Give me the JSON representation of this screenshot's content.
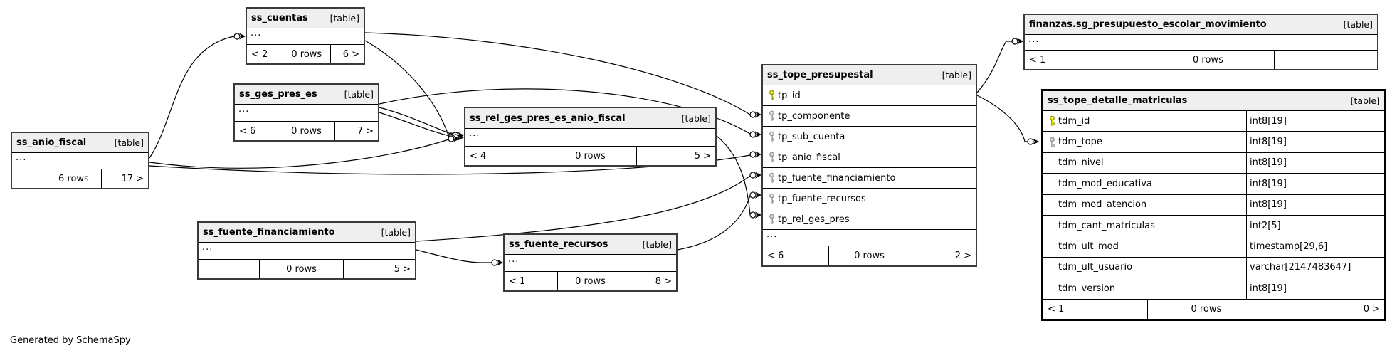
{
  "note": "Generated by SchemaSpy",
  "ellipsis_label": "...",
  "colors": {
    "header_bg": "#efefef",
    "border": "#000000",
    "emphasized_border": "#000000",
    "primary_key": "#d9d900",
    "foreign_key": "#c6c6c6",
    "edge": "#000000",
    "background": "#ffffff"
  },
  "tables": [
    {
      "id": "ss_cuentas",
      "name": "ss_cuentas",
      "tag": "[table]",
      "ellipsis": true,
      "columns": [],
      "footer": {
        "left": "< 2",
        "center": "0 rows",
        "right": "6 >"
      }
    },
    {
      "id": "ss_ges_pres_es",
      "name": "ss_ges_pres_es",
      "tag": "[table]",
      "ellipsis": true,
      "columns": [],
      "footer": {
        "left": "< 6",
        "center": "0 rows",
        "right": "7 >"
      }
    },
    {
      "id": "ss_anio_fiscal",
      "name": "ss_anio_fiscal",
      "tag": "[table]",
      "ellipsis": true,
      "columns": [],
      "footer": {
        "left": "",
        "center": "6 rows",
        "right": "17 >"
      }
    },
    {
      "id": "ss_rel_ges_pres_es_anio_fiscal",
      "name": "ss_rel_ges_pres_es_anio_fiscal",
      "tag": "[table]",
      "ellipsis": true,
      "columns": [],
      "footer": {
        "left": "< 4",
        "center": "0 rows",
        "right": "5 >"
      }
    },
    {
      "id": "ss_fuente_financiamiento",
      "name": "ss_fuente_financiamiento",
      "tag": "[table]",
      "ellipsis": true,
      "columns": [],
      "footer": {
        "left": "",
        "center": "0 rows",
        "right": "5 >"
      }
    },
    {
      "id": "ss_fuente_recursos",
      "name": "ss_fuente_recursos",
      "tag": "[table]",
      "ellipsis": true,
      "columns": [],
      "footer": {
        "left": "< 1",
        "center": "0 rows",
        "right": "8 >"
      }
    },
    {
      "id": "ss_tope_presupestal",
      "name": "ss_tope_presupestal",
      "tag": "[table]",
      "ellipsis": true,
      "columns": [
        {
          "name": "tp_id",
          "key": "pk"
        },
        {
          "name": "tp_componente",
          "key": "fk"
        },
        {
          "name": "tp_sub_cuenta",
          "key": "fk"
        },
        {
          "name": "tp_anio_fiscal",
          "key": "fk"
        },
        {
          "name": "tp_fuente_financiamiento",
          "key": "fk"
        },
        {
          "name": "tp_fuente_recursos",
          "key": "fk"
        },
        {
          "name": "tp_rel_ges_pres",
          "key": "fk"
        }
      ],
      "footer": {
        "left": "< 6",
        "center": "0 rows",
        "right": "2 >"
      }
    },
    {
      "id": "finanzas.sg_presupuesto_escolar_movimiento",
      "name": "finanzas.sg_presupuesto_escolar_movimiento",
      "tag": "[table]",
      "ellipsis": true,
      "columns": [],
      "footer": {
        "left": "< 1",
        "center": "0 rows",
        "right": ""
      }
    },
    {
      "id": "ss_tope_detalle_matriculas",
      "name": "ss_tope_detalle_matriculas",
      "tag": "[table]",
      "emphasized": true,
      "ellipsis": false,
      "columns": [
        {
          "name": "tdm_id",
          "type": "int8[19]",
          "key": "pk"
        },
        {
          "name": "tdm_tope",
          "type": "int8[19]",
          "key": "fk"
        },
        {
          "name": "tdm_nivel",
          "type": "int8[19]"
        },
        {
          "name": "tdm_mod_educativa",
          "type": "int8[19]"
        },
        {
          "name": "tdm_mod_atencion",
          "type": "int8[19]"
        },
        {
          "name": "tdm_cant_matriculas",
          "type": "int2[5]"
        },
        {
          "name": "tdm_ult_mod",
          "type": "timestamp[29,6]"
        },
        {
          "name": "tdm_ult_usuario",
          "type": "varchar[2147483647]"
        },
        {
          "name": "tdm_version",
          "type": "int8[19]"
        }
      ],
      "footer": {
        "left": "< 1",
        "center": "0 rows",
        "right": "0 >"
      }
    }
  ],
  "relationships": [
    {
      "id": "e1",
      "from": "ss_anio_fiscal",
      "to": "ss_cuentas",
      "to_anchor": "hidden-columns"
    },
    {
      "id": "e2",
      "from": "ss_cuentas",
      "to": "ss_tope_presupestal",
      "to_anchor": "tp_componente"
    },
    {
      "id": "e3",
      "from": "ss_cuentas",
      "to": "ss_rel_ges_pres_es_anio_fiscal",
      "to_anchor": "hidden-columns"
    },
    {
      "id": "e4",
      "from": "ss_ges_pres_es",
      "to": "ss_rel_ges_pres_es_anio_fiscal",
      "to_anchor": "hidden-columns"
    },
    {
      "id": "e5",
      "from": "ss_ges_pres_es",
      "to": "ss_rel_ges_pres_es_anio_fiscal",
      "to_anchor": "hidden-columns"
    },
    {
      "id": "e6",
      "from": "ss_anio_fiscal",
      "to": "ss_rel_ges_pres_es_anio_fiscal",
      "to_anchor": "hidden-columns"
    },
    {
      "id": "e7",
      "from": "ss_ges_pres_es",
      "to": "ss_tope_presupestal",
      "to_anchor": "tp_sub_cuenta"
    },
    {
      "id": "e8",
      "from": "ss_anio_fiscal",
      "to": "ss_tope_presupestal",
      "to_anchor": "tp_anio_fiscal"
    },
    {
      "id": "e9",
      "from": "ss_fuente_financiamiento",
      "to": "ss_tope_presupestal",
      "to_anchor": "tp_fuente_financiamiento"
    },
    {
      "id": "e10",
      "from": "ss_fuente_financiamiento",
      "to": "ss_fuente_recursos",
      "to_anchor": "hidden-columns"
    },
    {
      "id": "e11",
      "from": "ss_fuente_recursos",
      "to": "ss_tope_presupestal",
      "to_anchor": "tp_fuente_recursos"
    },
    {
      "id": "e12",
      "from": "ss_rel_ges_pres_es_anio_fiscal",
      "to": "ss_tope_presupestal",
      "to_anchor": "tp_rel_ges_pres"
    },
    {
      "id": "e13",
      "from": "ss_tope_presupestal.tp_id",
      "to": "finanzas.sg_presupuesto_escolar_movimiento",
      "to_anchor": "hidden-columns"
    },
    {
      "id": "e14",
      "from": "ss_tope_presupestal.tp_id",
      "to": "ss_tope_detalle_matriculas",
      "to_anchor": "tdm_tope"
    }
  ]
}
